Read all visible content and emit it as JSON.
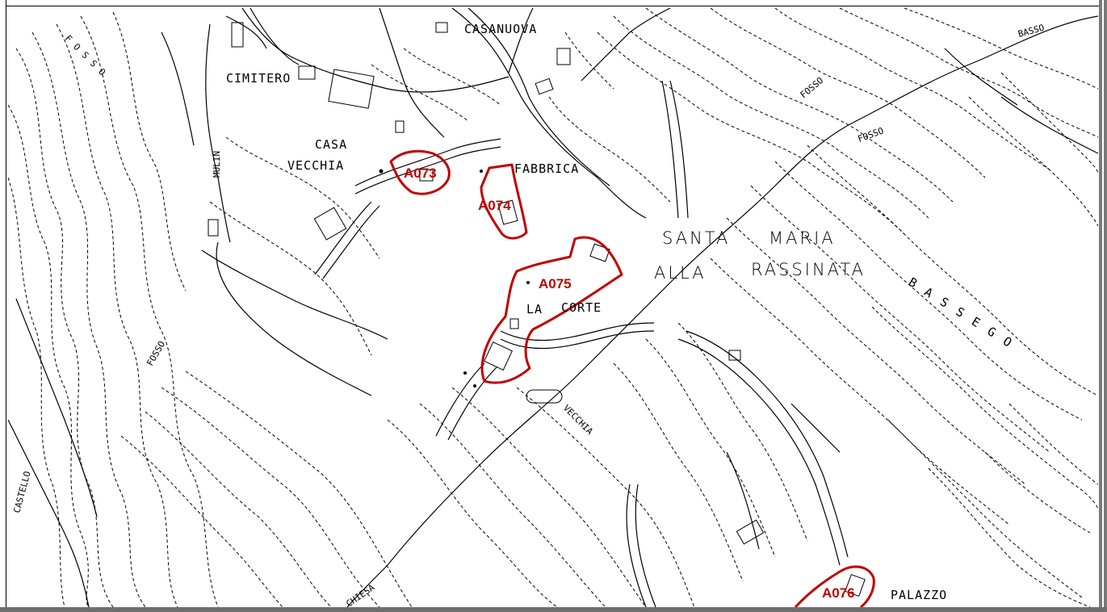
{
  "map": {
    "labels": {
      "casanuova": "CASANUOVA",
      "cimitero": "CIMITERO",
      "casa": "CASA",
      "vecchia": "VECCHIA",
      "fabbrica": "FABBRICA",
      "santa": "SANTA",
      "maria": "MARIA",
      "alla": "ALLA",
      "rassinata": "RASSINATA",
      "la": "LA",
      "corte": "CORTE",
      "palazzo": "PALAZZO",
      "bassego": "BASSEGO",
      "fosso1": "FOSSO",
      "fosso2": "FOSSO",
      "fosso3": "FOSSO",
      "fosso4": "FOSSO",
      "basso": "BASSO",
      "mulin": "MULIN",
      "vecchia_road": "VECCHIA",
      "chiesa": "CHIESA",
      "castello": "CASTELLO"
    },
    "zones": {
      "a073": "A073",
      "a074": "A074",
      "a075": "A075",
      "a076": "A076"
    },
    "colors": {
      "zone": "#c00000",
      "line": "#000000",
      "background": "#ffffff"
    }
  }
}
